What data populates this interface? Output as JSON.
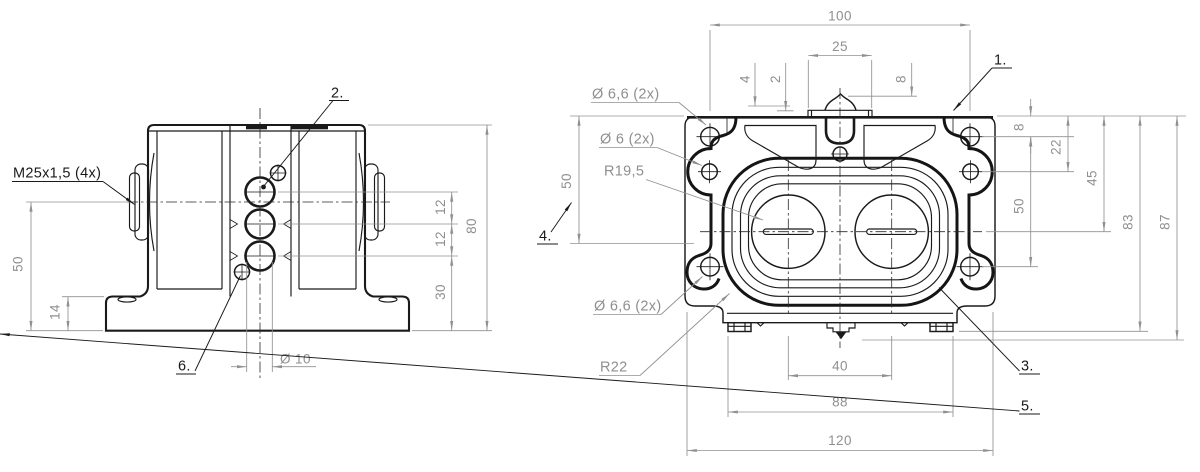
{
  "side_view": {
    "labels": {
      "thread": "M25x1,5 (4x)"
    },
    "callouts": {
      "c2": "2.",
      "c6": "6."
    },
    "dims": {
      "height_50": "50",
      "base_14": "14",
      "dia_10": "Ø 10",
      "pitch_12a": "12",
      "pitch_12b": "12",
      "bottom_30": "30",
      "overall_80": "80"
    }
  },
  "front_view": {
    "labels": {
      "hole_66_top": "Ø 6,6 (2x)",
      "hole_6": "Ø 6 (2x)",
      "radius_19_5": "R19,5",
      "hole_66_bottom": "Ø 6,6 (2x)",
      "radius_22": "R22"
    },
    "callouts": {
      "c1": "1.",
      "c3": "3.",
      "c4": "4.",
      "c5": "5."
    },
    "dims": {
      "top_100": "100",
      "tab_25": "25",
      "step_4": "4",
      "step_2": "2",
      "dome_8": "8",
      "left_50": "50",
      "right_8": "8",
      "right_22": "22",
      "right_45": "45",
      "right_50": "50",
      "right_83": "83",
      "right_87": "87",
      "bottom_40": "40",
      "bottom_88": "88",
      "bottom_120": "120"
    }
  },
  "colors": {
    "line": "#1a1a1a",
    "dim": "#8f8f8f",
    "background": "#ffffff"
  }
}
